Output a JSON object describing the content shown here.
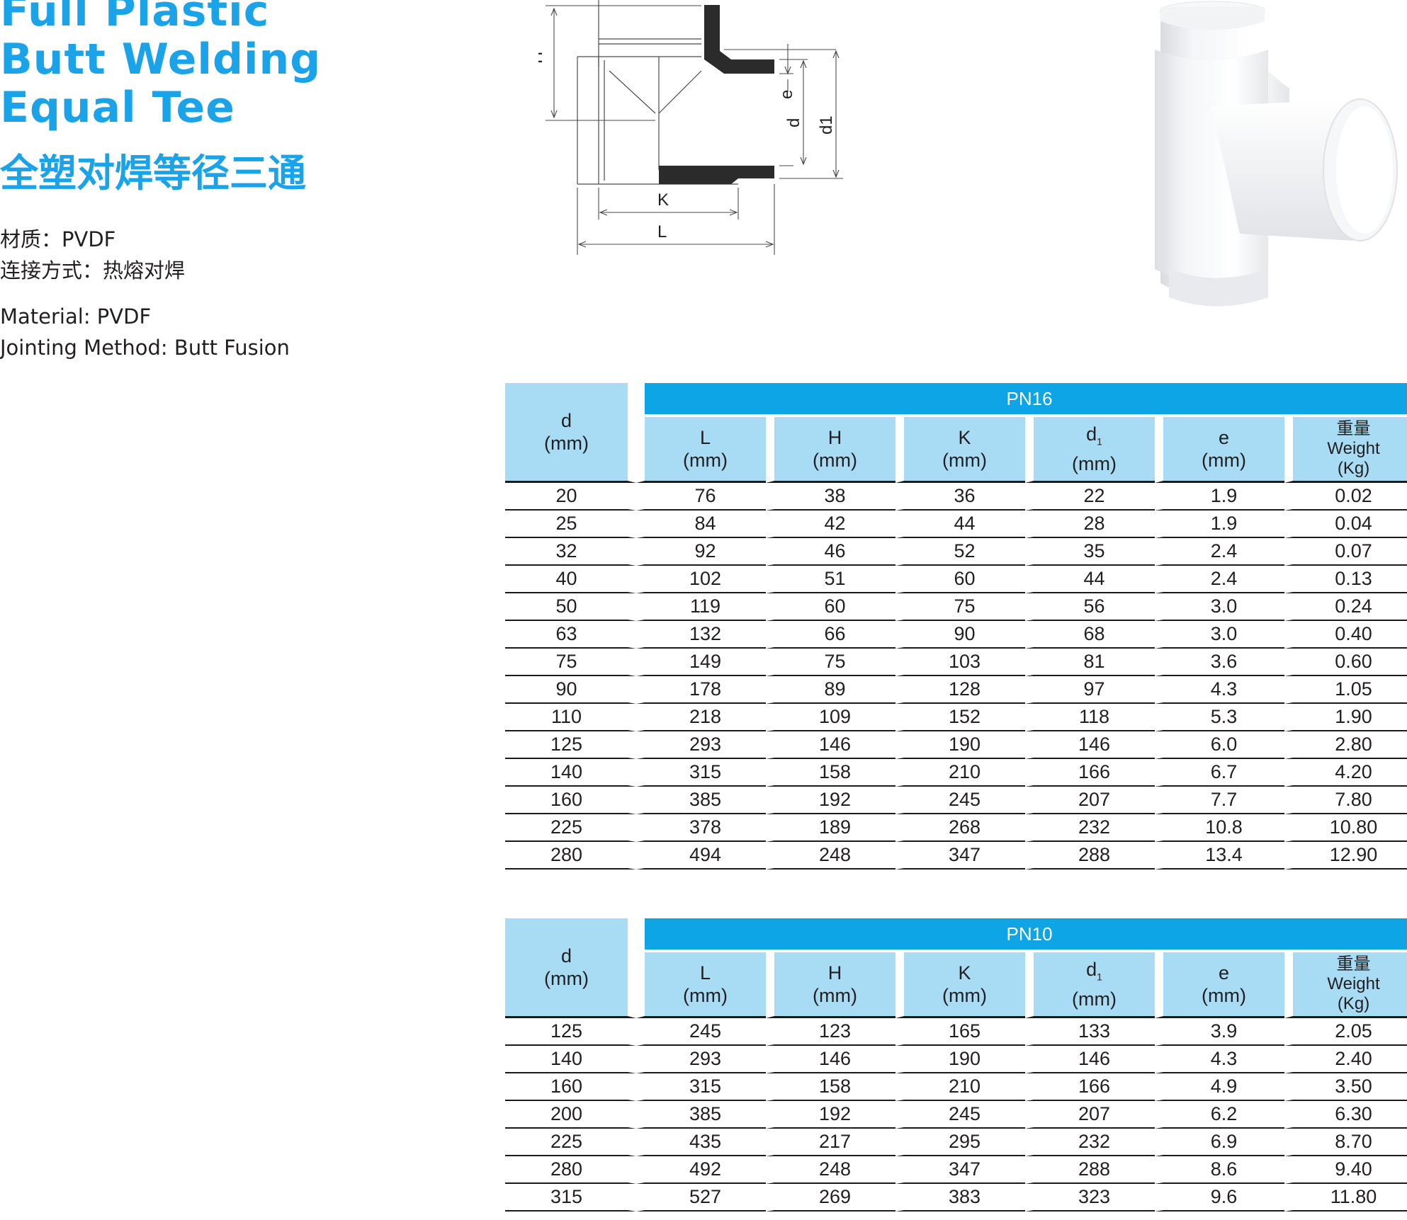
{
  "title": {
    "en_lines": [
      "Full Plastic",
      "Butt Welding",
      "Equal Tee"
    ],
    "cn": "全塑对焊等径三通"
  },
  "spec": {
    "cn_material": "材质：PVDF",
    "cn_joint": "连接方式：热熔对焊",
    "en_material": "Material: PVDF",
    "en_joint": "Jointing Method: Butt Fusion"
  },
  "diagram": {
    "labels": {
      "H": "H",
      "e": "e",
      "d": "d",
      "d1": "d1",
      "K": "K",
      "L": "L"
    }
  },
  "tables": [
    {
      "id": "pn16",
      "band": "PN16",
      "headers": {
        "d": [
          "d",
          "(mm)"
        ],
        "L": [
          "L",
          "(mm)"
        ],
        "H": [
          "H",
          "(mm)"
        ],
        "K": [
          "K",
          "(mm)"
        ],
        "d1_main": "d",
        "d1_sub": "1",
        "d1_unit": "(mm)",
        "e": [
          "e",
          "(mm)"
        ],
        "w": [
          "重量",
          "Weight",
          "(Kg)"
        ]
      },
      "rows": [
        [
          "20",
          "76",
          "38",
          "36",
          "22",
          "1.9",
          "0.02"
        ],
        [
          "25",
          "84",
          "42",
          "44",
          "28",
          "1.9",
          "0.04"
        ],
        [
          "32",
          "92",
          "46",
          "52",
          "35",
          "2.4",
          "0.07"
        ],
        [
          "40",
          "102",
          "51",
          "60",
          "44",
          "2.4",
          "0.13"
        ],
        [
          "50",
          "119",
          "60",
          "75",
          "56",
          "3.0",
          "0.24"
        ],
        [
          "63",
          "132",
          "66",
          "90",
          "68",
          "3.0",
          "0.40"
        ],
        [
          "75",
          "149",
          "75",
          "103",
          "81",
          "3.6",
          "0.60"
        ],
        [
          "90",
          "178",
          "89",
          "128",
          "97",
          "4.3",
          "1.05"
        ],
        [
          "110",
          "218",
          "109",
          "152",
          "118",
          "5.3",
          "1.90"
        ],
        [
          "125",
          "293",
          "146",
          "190",
          "146",
          "6.0",
          "2.80"
        ],
        [
          "140",
          "315",
          "158",
          "210",
          "166",
          "6.7",
          "4.20"
        ],
        [
          "160",
          "385",
          "192",
          "245",
          "207",
          "7.7",
          "7.80"
        ],
        [
          "225",
          "378",
          "189",
          "268",
          "232",
          "10.8",
          "10.80"
        ],
        [
          "280",
          "494",
          "248",
          "347",
          "288",
          "13.4",
          "12.90"
        ]
      ]
    },
    {
      "id": "pn10",
      "band": "PN10",
      "headers": {
        "d": [
          "d",
          "(mm)"
        ],
        "L": [
          "L",
          "(mm)"
        ],
        "H": [
          "H",
          "(mm)"
        ],
        "K": [
          "K",
          "(mm)"
        ],
        "d1_main": "d",
        "d1_sub": "1",
        "d1_unit": "(mm)",
        "e": [
          "e",
          "(mm)"
        ],
        "w": [
          "重量",
          "Weight",
          "(Kg)"
        ]
      },
      "rows": [
        [
          "125",
          "245",
          "123",
          "165",
          "133",
          "3.9",
          "2.05"
        ],
        [
          "140",
          "293",
          "146",
          "190",
          "146",
          "4.3",
          "2.40"
        ],
        [
          "160",
          "315",
          "158",
          "210",
          "166",
          "4.9",
          "3.50"
        ],
        [
          "200",
          "385",
          "192",
          "245",
          "207",
          "6.2",
          "6.30"
        ],
        [
          "225",
          "435",
          "217",
          "295",
          "232",
          "6.9",
          "8.70"
        ],
        [
          "280",
          "492",
          "248",
          "347",
          "288",
          "8.6",
          "9.40"
        ],
        [
          "315",
          "527",
          "269",
          "383",
          "323",
          "9.6",
          "11.80"
        ]
      ]
    }
  ]
}
